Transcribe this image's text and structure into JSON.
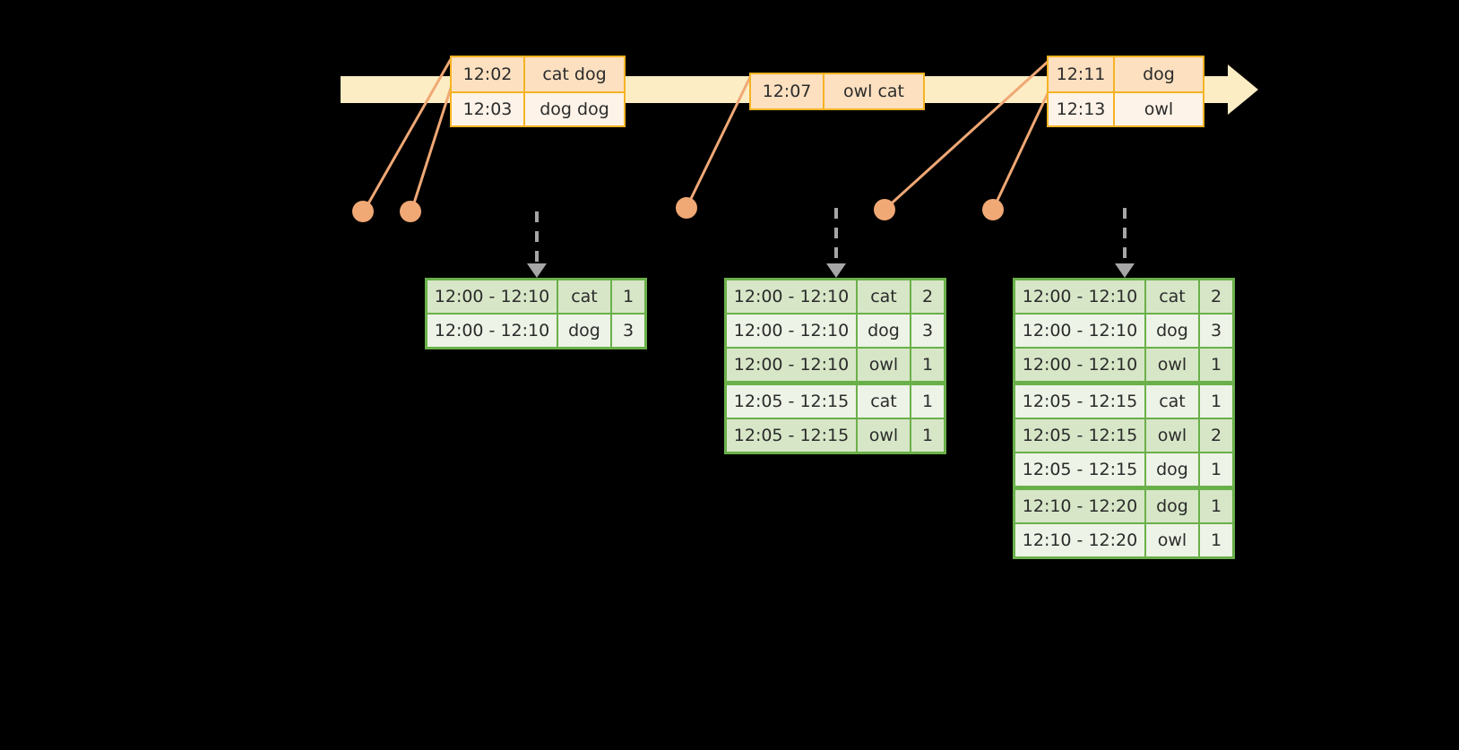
{
  "timeline": {
    "bar_color": "#fdedc4",
    "border_color": "#f5b324",
    "events": [
      {
        "id": "event-group-1",
        "rows": [
          {
            "time": "12:02",
            "value": "cat dog"
          },
          {
            "time": "12:03",
            "value": "dog dog"
          }
        ]
      },
      {
        "id": "event-group-2",
        "rows": [
          {
            "time": "12:07",
            "value": "owl cat"
          }
        ]
      },
      {
        "id": "event-group-3",
        "rows": [
          {
            "time": "12:11",
            "value": "dog"
          },
          {
            "time": "12:13",
            "value": "owl"
          }
        ]
      }
    ]
  },
  "dot_color": "#f0a875",
  "arrow_color": "#a6a6a6",
  "tables": [
    {
      "id": "result-table-1",
      "accent": "#6ab04a",
      "rows": [
        {
          "window": "12:00 - 12:10",
          "key": "cat",
          "count": "1",
          "group_start": false
        },
        {
          "window": "12:00 - 12:10",
          "key": "dog",
          "count": "3",
          "group_start": false
        }
      ]
    },
    {
      "id": "result-table-2",
      "accent": "#6ab04a",
      "rows": [
        {
          "window": "12:00 - 12:10",
          "key": "cat",
          "count": "2",
          "group_start": false
        },
        {
          "window": "12:00 - 12:10",
          "key": "dog",
          "count": "3",
          "group_start": false
        },
        {
          "window": "12:00 - 12:10",
          "key": "owl",
          "count": "1",
          "group_start": false
        },
        {
          "window": "12:05 - 12:15",
          "key": "cat",
          "count": "1",
          "group_start": true
        },
        {
          "window": "12:05 - 12:15",
          "key": "owl",
          "count": "1",
          "group_start": false
        }
      ]
    },
    {
      "id": "result-table-3",
      "accent": "#6ab04a",
      "rows": [
        {
          "window": "12:00 - 12:10",
          "key": "cat",
          "count": "2",
          "group_start": false
        },
        {
          "window": "12:00 - 12:10",
          "key": "dog",
          "count": "3",
          "group_start": false
        },
        {
          "window": "12:00 - 12:10",
          "key": "owl",
          "count": "1",
          "group_start": false
        },
        {
          "window": "12:05 - 12:15",
          "key": "cat",
          "count": "1",
          "group_start": true
        },
        {
          "window": "12:05 - 12:15",
          "key": "owl",
          "count": "2",
          "group_start": false
        },
        {
          "window": "12:05 - 12:15",
          "key": "dog",
          "count": "1",
          "group_start": false
        },
        {
          "window": "12:10 - 12:20",
          "key": "dog",
          "count": "1",
          "group_start": true
        },
        {
          "window": "12:10 - 12:20",
          "key": "owl",
          "count": "1",
          "group_start": false
        }
      ]
    }
  ]
}
